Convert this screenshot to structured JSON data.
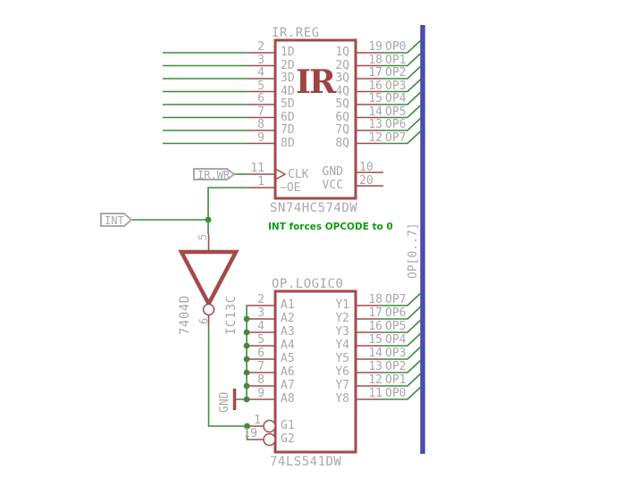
{
  "schematic": {
    "note": "INT forces OPCODE to 0",
    "bus": {
      "label": "OP[0..7]"
    },
    "gnd_symbol": {
      "label": "GND"
    },
    "flags": {
      "int": "INT",
      "ir_wr": "IR.WR"
    },
    "inverter": {
      "value": "7404D",
      "ic": "IC13C",
      "pin_in": "5",
      "pin_out": "6"
    },
    "colors": {
      "symbol_red": "#a34a4a",
      "wire_green": "#3c8c3c",
      "bus_blue": "#4b4baf",
      "label_gray": "#a8a8a8",
      "note_green": "#0f9a0f"
    },
    "ir": {
      "title": "IR.REG",
      "part": "SN74HC574DW",
      "value": "IR",
      "left_pins": [
        {
          "num": "2",
          "name": "1D"
        },
        {
          "num": "3",
          "name": "2D"
        },
        {
          "num": "4",
          "name": "3D"
        },
        {
          "num": "5",
          "name": "4D"
        },
        {
          "num": "6",
          "name": "5D"
        },
        {
          "num": "7",
          "name": "6D"
        },
        {
          "num": "8",
          "name": "7D"
        },
        {
          "num": "9",
          "name": "8D"
        }
      ],
      "right_pins": [
        {
          "num": "19",
          "name": "1Q",
          "net": "OP0"
        },
        {
          "num": "18",
          "name": "2Q",
          "net": "OP1"
        },
        {
          "num": "17",
          "name": "3Q",
          "net": "OP2"
        },
        {
          "num": "16",
          "name": "4Q",
          "net": "OP3"
        },
        {
          "num": "15",
          "name": "5Q",
          "net": "OP4"
        },
        {
          "num": "14",
          "name": "6Q",
          "net": "OP5"
        },
        {
          "num": "13",
          "name": "7Q",
          "net": "OP6"
        },
        {
          "num": "12",
          "name": "8Q",
          "net": "OP7"
        }
      ],
      "clk": {
        "num": "11",
        "name": "CLK"
      },
      "oe": {
        "num": "1",
        "name": "~OE"
      },
      "gnd": {
        "num": "10",
        "name": "GND"
      },
      "vcc": {
        "num": "20",
        "name": "VCC"
      }
    },
    "logic": {
      "title": "OP.LOGIC0",
      "part": "74LS541DW",
      "left_pins": [
        {
          "num": "2",
          "name": "A1"
        },
        {
          "num": "3",
          "name": "A2"
        },
        {
          "num": "4",
          "name": "A3"
        },
        {
          "num": "5",
          "name": "A4"
        },
        {
          "num": "6",
          "name": "A5"
        },
        {
          "num": "7",
          "name": "A6"
        },
        {
          "num": "8",
          "name": "A7"
        },
        {
          "num": "9",
          "name": "A8"
        }
      ],
      "right_pins": [
        {
          "num": "18",
          "name": "Y1",
          "net": "OP7"
        },
        {
          "num": "17",
          "name": "Y2",
          "net": "OP6"
        },
        {
          "num": "16",
          "name": "Y3",
          "net": "OP5"
        },
        {
          "num": "15",
          "name": "Y4",
          "net": "OP4"
        },
        {
          "num": "14",
          "name": "Y5",
          "net": "OP3"
        },
        {
          "num": "13",
          "name": "Y6",
          "net": "OP2"
        },
        {
          "num": "12",
          "name": "Y7",
          "net": "OP1"
        },
        {
          "num": "11",
          "name": "Y8",
          "net": "OP0"
        }
      ],
      "g1": {
        "num": "1",
        "name": "G1"
      },
      "g2": {
        "num": "19",
        "name": "G2"
      }
    }
  }
}
